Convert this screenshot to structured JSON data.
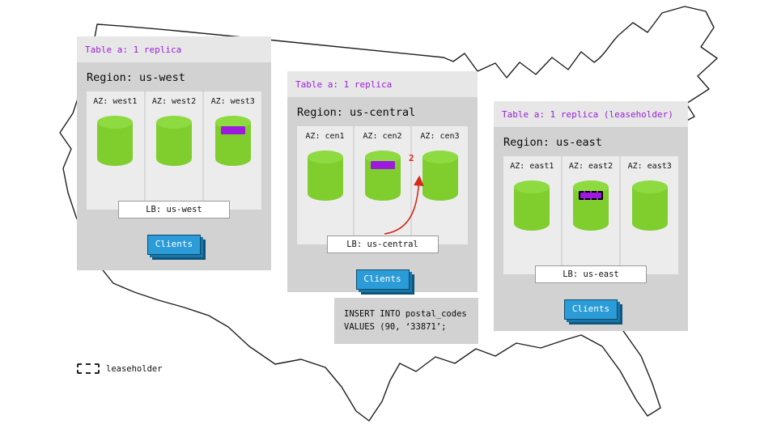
{
  "regions": [
    {
      "table_label": "Table a: 1 replica",
      "region_label": "Region: us-west",
      "azs": [
        {
          "label": "AZ: west1",
          "replica": false,
          "leaseholder": false
        },
        {
          "label": "AZ: west2",
          "replica": false,
          "leaseholder": false
        },
        {
          "label": "AZ: west3",
          "replica": true,
          "leaseholder": false
        }
      ],
      "lb_label": "LB: us-west",
      "clients_label": "Clients"
    },
    {
      "table_label": "Table a: 1 replica",
      "region_label": "Region: us-central",
      "azs": [
        {
          "label": "AZ: cen1",
          "replica": false,
          "leaseholder": false
        },
        {
          "label": "AZ: cen2",
          "replica": true,
          "leaseholder": false
        },
        {
          "label": "AZ: cen3",
          "replica": false,
          "leaseholder": false
        }
      ],
      "lb_label": "LB: us-central",
      "clients_label": "Clients"
    },
    {
      "table_label": "Table a: 1 replica (leaseholder)",
      "region_label": "Region: us-east",
      "azs": [
        {
          "label": "AZ: east1",
          "replica": false,
          "leaseholder": false
        },
        {
          "label": "AZ: east2",
          "replica": true,
          "leaseholder": true
        },
        {
          "label": "AZ: east3",
          "replica": false,
          "leaseholder": false
        }
      ],
      "lb_label": "LB: us-east",
      "clients_label": "Clients"
    }
  ],
  "arrow": {
    "step_label": "2"
  },
  "sql_lines": [
    "INSERT INTO postal_codes",
    "VALUES (90, ‘33871’;"
  ],
  "legend_label": "leaseholder",
  "colors": {
    "db_green": "#7fce2e",
    "db_green_top": "#8eda41",
    "replica_purple": "#9c1ade",
    "clients_blue": "#2b9cd8",
    "arrow_red": "#d42a1e",
    "table_label_purple": "#9b1fd6",
    "panel_gray": "#d2d2d2"
  }
}
